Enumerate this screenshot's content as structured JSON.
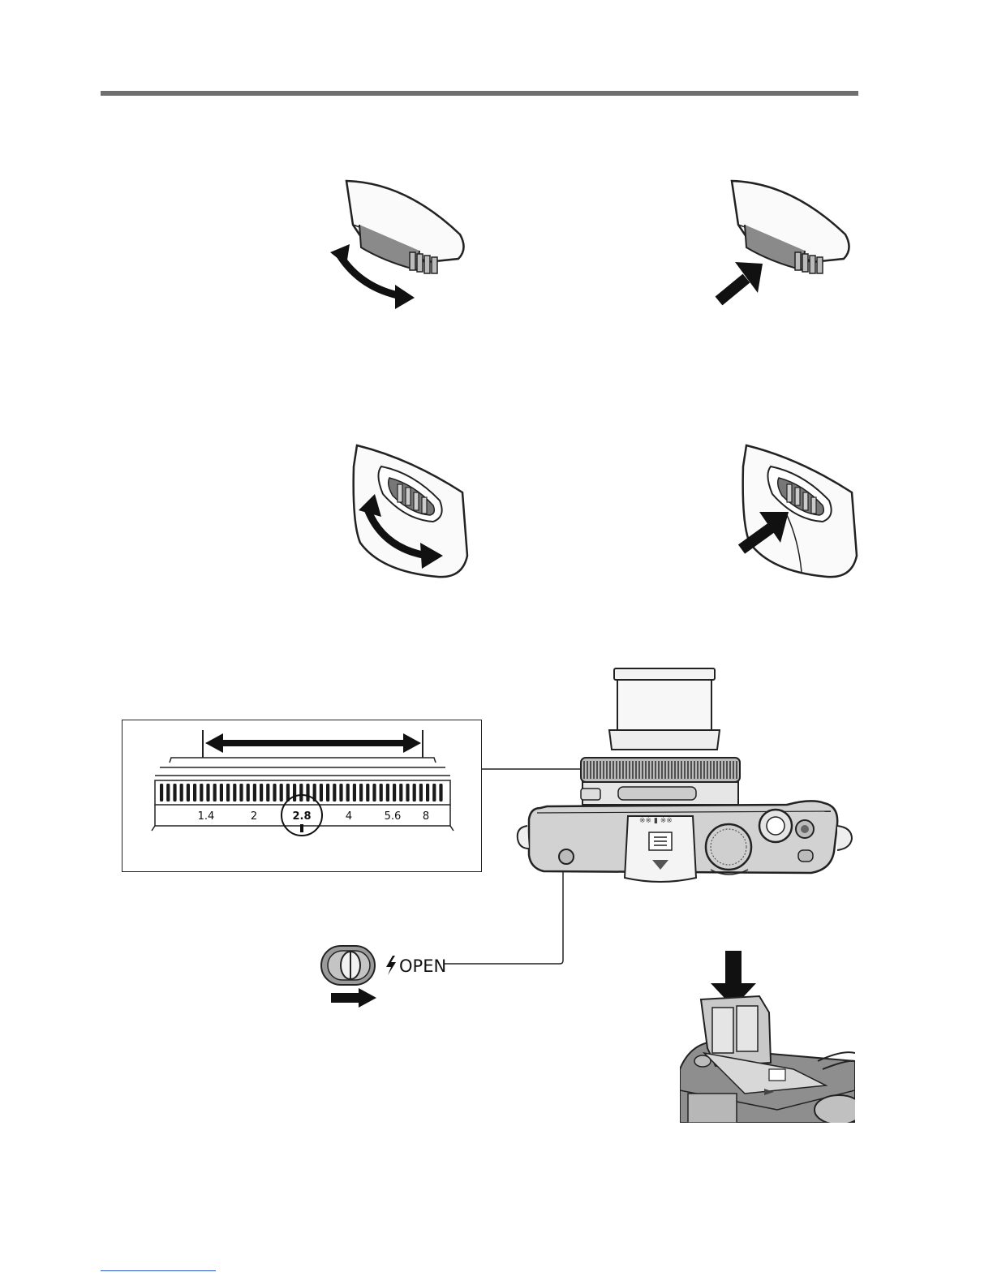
{
  "aperture_ring": {
    "scale_values": [
      "1.4",
      "2",
      "2.8",
      "4",
      "5.6",
      "8"
    ],
    "selected_value": "2.8"
  },
  "flash_switch": {
    "label": "OPEN",
    "icon": "flash-bolt-icon"
  },
  "icons": {
    "rotate_arrow": "curved-double-arrow-icon",
    "press_arrow": "push-arrow-icon",
    "slide_arrow": "right-arrow-icon",
    "down_arrow": "down-arrow-icon"
  },
  "colors": {
    "header_rule": "#6f6f6f",
    "footer_link_rule": "#2a55c4"
  }
}
